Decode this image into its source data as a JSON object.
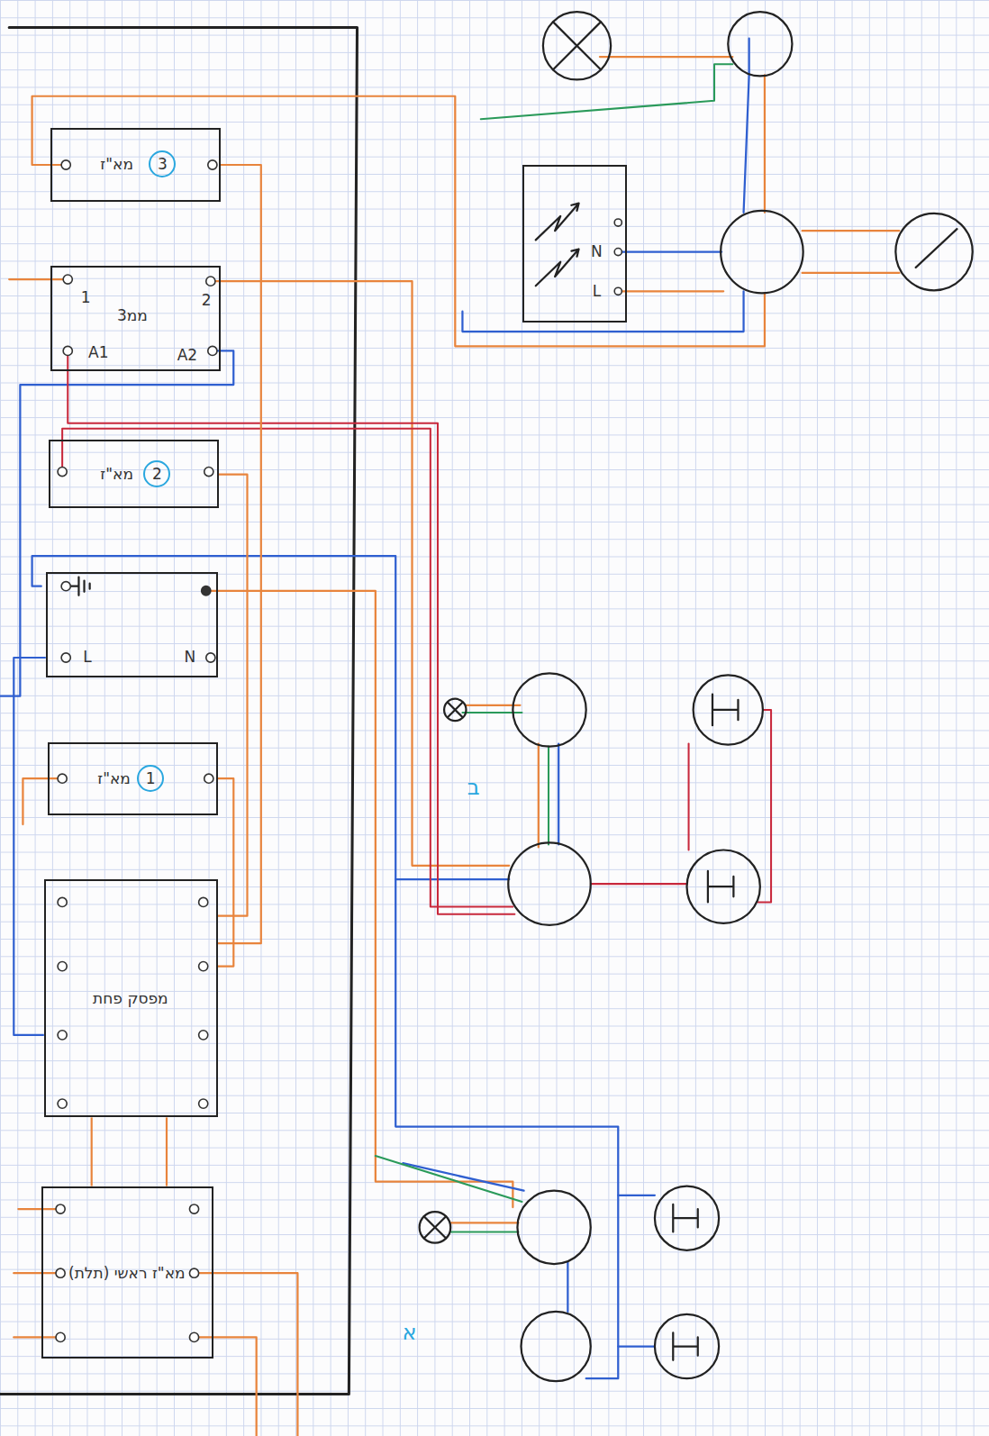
{
  "diagram": {
    "nodes": [
      {
        "text": [
          "מא\"ז",
          "3"
        ]
      },
      {
        "text": [
          "ממ3",
          "1",
          "2",
          "A1",
          "A2"
        ]
      },
      {
        "text": [
          "מא\"ז",
          "2"
        ]
      },
      {
        "text": [
          "L",
          "N"
        ]
      },
      {
        "text": [
          "מא\"ז",
          "1"
        ]
      },
      {
        "text": [
          "מפסק פחת"
        ]
      },
      {
        "text": [
          "מא\"ז ראשי (תלת)"
        ]
      },
      {
        "text": [
          "L",
          "N"
        ]
      }
    ],
    "edges": [
      {
        "from": 6,
        "to": 5,
        "arrow": "none"
      },
      {
        "from": 6,
        "to": 5,
        "arrow": "none"
      },
      {
        "from": 5,
        "to": 4,
        "arrow": "none"
      },
      {
        "from": 5,
        "to": 2,
        "arrow": "none"
      },
      {
        "from": 5,
        "to": 0,
        "arrow": "none"
      },
      {
        "from": 5,
        "to": 3,
        "arrow": "none"
      }
    ],
    "labels": [
      "ב",
      "א"
    ]
  }
}
